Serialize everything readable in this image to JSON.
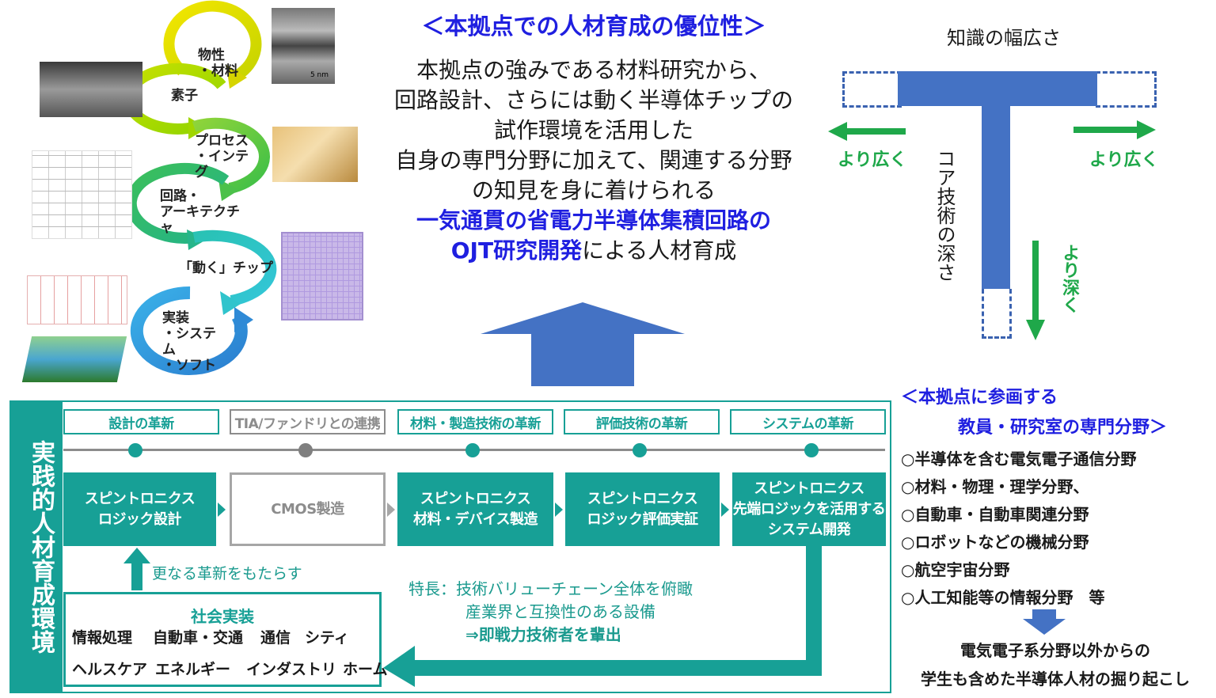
{
  "advantage": {
    "title": "＜本拠点での人材育成の優位性＞",
    "lines": [
      "本拠点の強みである材料研究から、",
      "回路設計、さらには動く半導体チップの",
      "試作環境を活用した",
      "自身の専門分野に加えて、関連する分野",
      "の知見を身に着けられる"
    ],
    "highlight1": "一気通貫の省電力半導体集積回路の",
    "highlight2_blue": "OJT研究開発",
    "highlight2_rest": "による人材育成"
  },
  "swirl": {
    "labels": [
      "物性\n・材料",
      "素子",
      "プロセス\n・インテグ",
      "回路・\nアーキテクチャ",
      "「動く」チップ",
      "実装\n・システム\n・ソフト"
    ],
    "icons": [
      "tem-image-icon",
      "device-cross-section-icon",
      "cleanroom-photo-icon",
      "circuit-schematic-icon",
      "chip-layout-icon",
      "board-schematic-icon",
      "stacked-chip-icon"
    ],
    "tem_scale": "5 nm"
  },
  "t_shape": {
    "breadth_label": "知識の幅広さ",
    "wider_left": "より広く",
    "wider_right": "より広く",
    "depth_label": "コア技術の深さ",
    "deeper": "より深く",
    "bar_color": "#4472c4",
    "arrow_color": "#1fa84a"
  },
  "practice": {
    "side_label": "実践的人材育成環境",
    "headers": [
      "設計の革新",
      "TIA/ファンドリとの連携",
      "材料・製造技術の革新",
      "評価技術の革新",
      "システムの革新"
    ],
    "stages": [
      [
        "スピントロニクス",
        "ロジック設計"
      ],
      [
        "CMOS製造"
      ],
      [
        "スピントロニクス",
        "材料・デバイス製造"
      ],
      [
        "スピントロニクス",
        "ロジック評価実証"
      ],
      [
        "スピントロニクス",
        "先端ロジックを活用する",
        "システム開発"
      ]
    ],
    "innovation_note": "更なる革新をもたらす",
    "social": {
      "title": "社会実装",
      "row1": [
        "情報処理",
        "自動車・交通",
        "通信",
        "シティ"
      ],
      "row2": [
        "ヘルスケア",
        "エネルギー",
        "インダストリ",
        "ホーム"
      ]
    },
    "feature": {
      "line1": "特長：技術バリューチェーン全体を俯瞰",
      "line2": "産業界と互換性のある設備",
      "line3": "⇒即戦力技術者を輩出"
    },
    "accent": "#17a096"
  },
  "specialties": {
    "title1": "＜本拠点に参画する",
    "title2": "教員・研究室の専門分野＞",
    "items": [
      "○半導体を含む電気電子通信分野",
      "○材料・物理・理学分野、",
      "○自動車・自動車関連分野",
      "○ロボットなどの機械分野",
      "○航空宇宙分野",
      "○人工知能等の情報分野　等"
    ],
    "conclusion1": "電気電子系分野以外からの",
    "conclusion2": "学生も含めた半導体人材の掘り起こし"
  },
  "colors": {
    "title_blue": "#1f1fe0",
    "big_arrow": "#4472c4"
  }
}
